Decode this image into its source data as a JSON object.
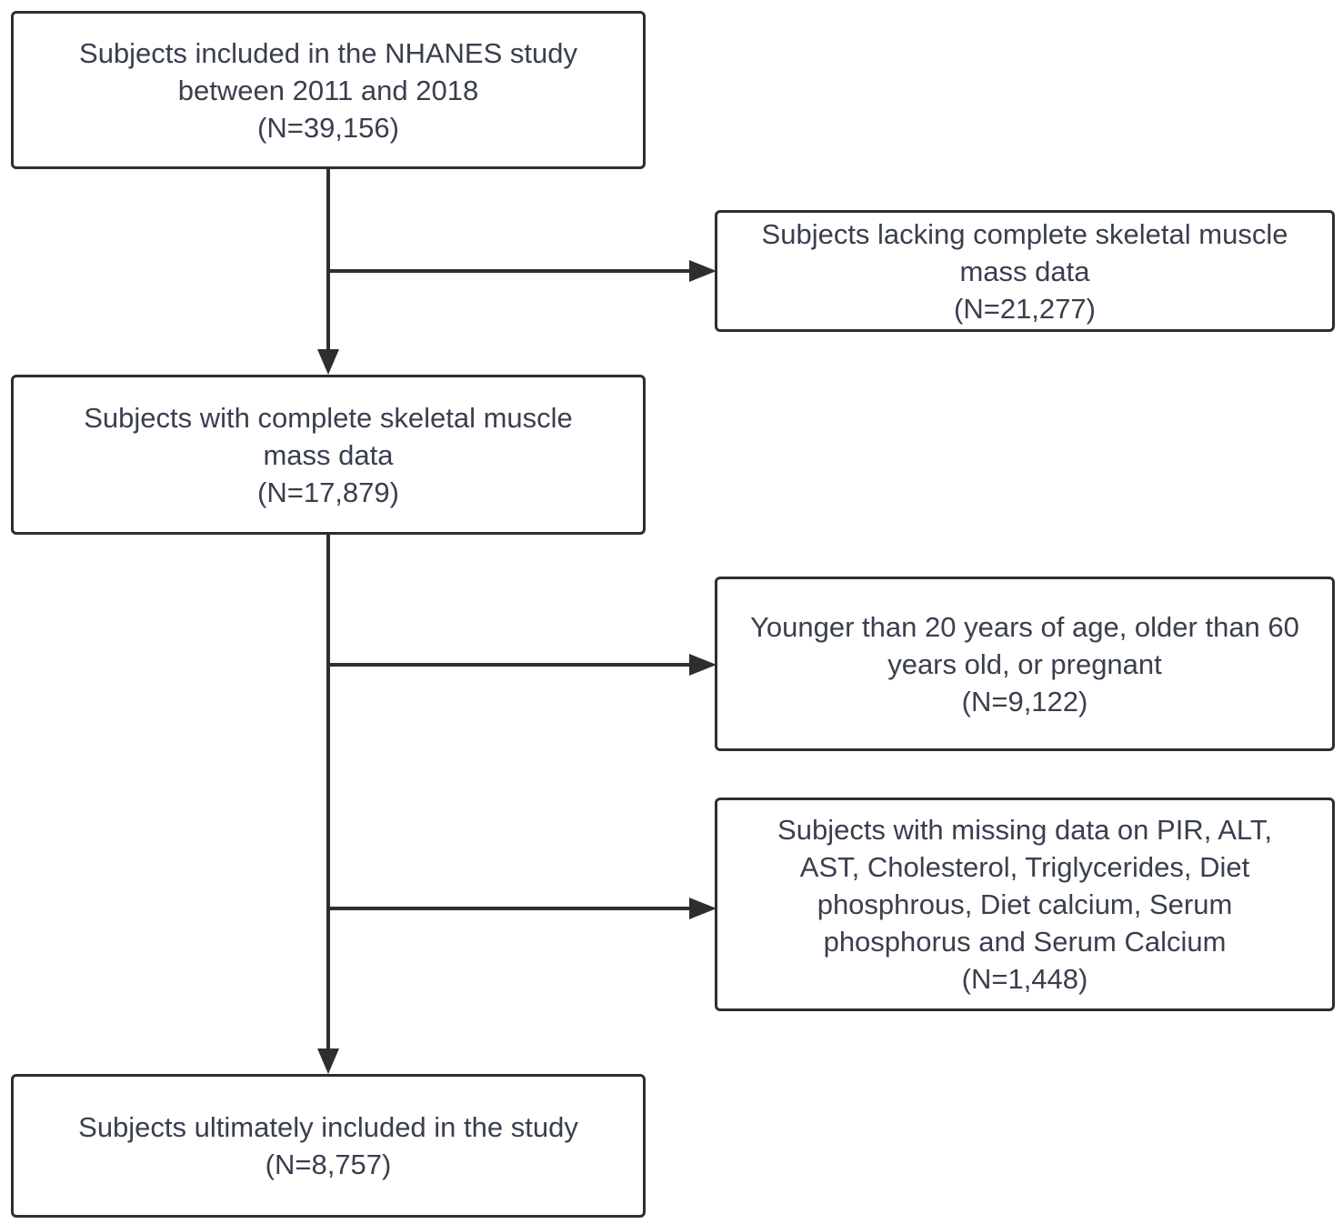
{
  "boxes": {
    "total": {
      "lines": [
        "Subjects included in the NHANES study",
        "between 2011 and 2018",
        "(N=39,156)"
      ]
    },
    "excluded_muscle": {
      "lines": [
        "Subjects lacking complete skeletal muscle",
        "mass data",
        "(N=21,277)"
      ]
    },
    "complete_muscle": {
      "lines": [
        "Subjects with complete skeletal muscle",
        "mass data",
        "(N=17,879)"
      ]
    },
    "excluded_age": {
      "lines": [
        "Younger than 20 years of age, older than 60",
        "years old, or pregnant",
        "(N=9,122)"
      ]
    },
    "excluded_missing": {
      "lines": [
        "Subjects with missing data on PIR, ALT,",
        "AST, Cholesterol, Triglycerides, Diet",
        "phosphrous, Diet calcium, Serum",
        "phosphorus and Serum Calcium",
        "(N=1,448)"
      ]
    },
    "final": {
      "lines": [
        "Subjects ultimately included in the study",
        "(N=8,757)"
      ]
    }
  },
  "colors": {
    "line": "#2e2e2e",
    "text": "#3a3f4e",
    "background": "#ffffff"
  }
}
